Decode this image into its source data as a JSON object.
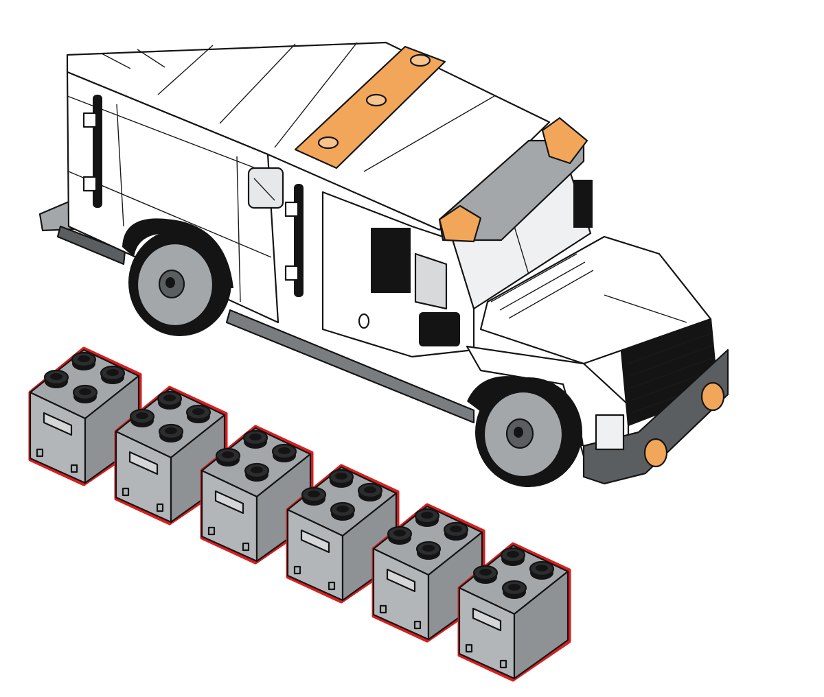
{
  "scene": {
    "kind": "building-instruction-step",
    "subject": "armored-truck",
    "parts_callout_count": 6
  },
  "colors": {
    "background": "#ffffff",
    "body_white": "#ffffff",
    "trans_orange": "#f2a65a",
    "light_gray": "#a4a7aa",
    "dark_gray": "#5b5e60",
    "black": "#141414",
    "highlight_outline": "#d81e1e"
  },
  "parts": [
    {
      "name": "brick-2x2-container",
      "color": "light-gray"
    },
    {
      "name": "brick-2x2-container",
      "color": "light-gray"
    },
    {
      "name": "brick-2x2-container",
      "color": "light-gray"
    },
    {
      "name": "brick-2x2-container",
      "color": "light-gray"
    },
    {
      "name": "brick-2x2-container",
      "color": "light-gray"
    },
    {
      "name": "brick-2x2-container",
      "color": "light-gray"
    }
  ]
}
